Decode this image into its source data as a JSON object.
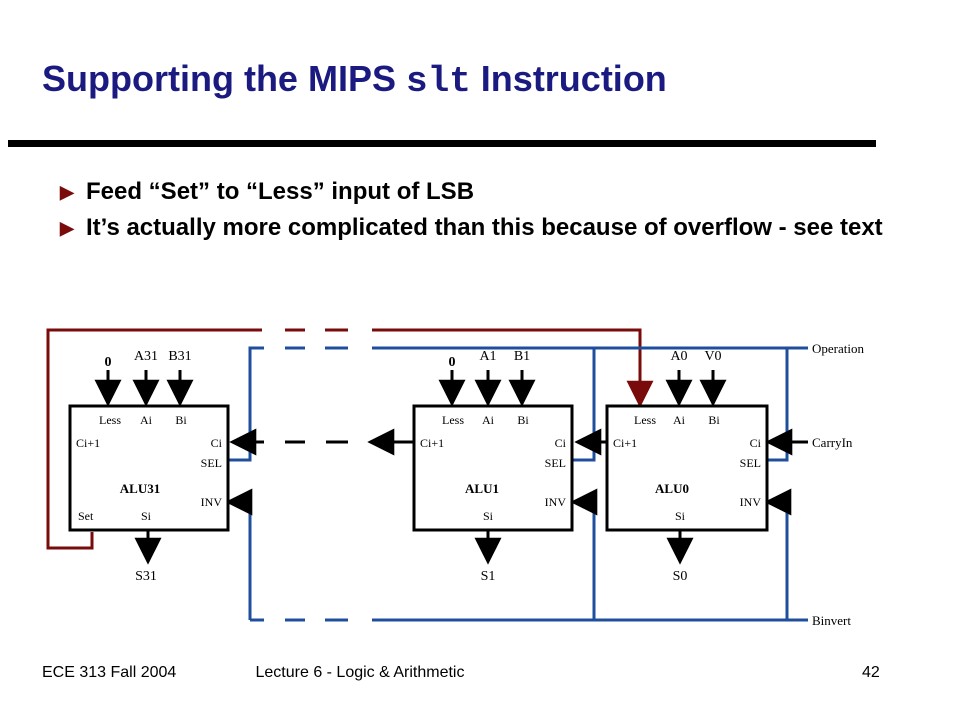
{
  "title": {
    "prefix": "Supporting the MIPS ",
    "code": "slt",
    "suffix": " Instruction"
  },
  "bullets": [
    "Feed “Set” to “Less” input of LSB",
    "It’s actually more complicated than this because of overflow - see text"
  ],
  "diagram": {
    "signals": {
      "operation": "Operation",
      "carry_in": "CarryIn",
      "binvert": "Binvert"
    },
    "alus": [
      {
        "name": "ALU31",
        "less_in": "0",
        "a_in": "A31",
        "b_in": "B31",
        "out": "S31",
        "ports": {
          "less": "Less",
          "a": "Ai",
          "b": "Bi",
          "cout": "Ci+1",
          "cin": "Ci",
          "sel": "SEL",
          "inv": "INV",
          "set": "Set",
          "s": "Si"
        }
      },
      {
        "name": "ALU1",
        "less_in": "0",
        "a_in": "A1",
        "b_in": "B1",
        "out": "S1",
        "ports": {
          "less": "Less",
          "a": "Ai",
          "b": "Bi",
          "cout": "Ci+1",
          "cin": "Ci",
          "sel": "SEL",
          "inv": "INV",
          "s": "Si"
        }
      },
      {
        "name": "ALU0",
        "a_in": "A0",
        "b_in": "V0",
        "out": "S0",
        "ports": {
          "less": "Less",
          "a": "Ai",
          "b": "Bi",
          "cout": "Ci+1",
          "cin": "Ci",
          "sel": "SEL",
          "inv": "INV",
          "s": "Si"
        }
      }
    ]
  },
  "footer": {
    "left": "ECE 313 Fall 2004",
    "center": "Lecture 6 - Logic & Arithmetic",
    "right": "42"
  },
  "colors": {
    "title": "#1a1a80",
    "bullet_marker": "#7a0b0b",
    "set_wire": "#7a0b0b",
    "control_wire": "#1f4e9c"
  }
}
